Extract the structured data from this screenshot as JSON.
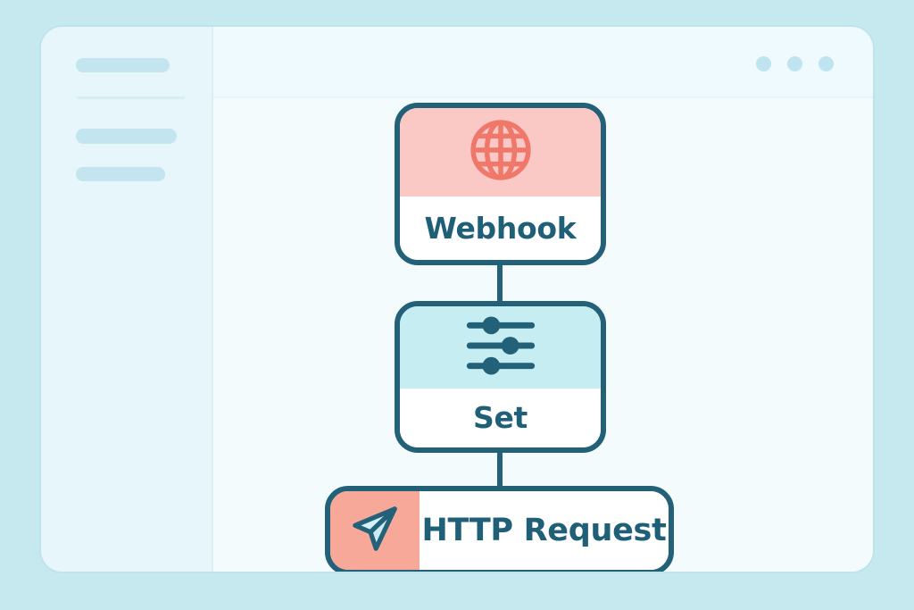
{
  "window": {
    "name": "workflow-editor-window",
    "dots": [
      "window-dot-1",
      "window-dot-2",
      "window-dot-3"
    ]
  },
  "sidebar": {
    "placeholders": [
      {
        "name": "sidebar-placeholder-1"
      },
      {
        "name": "sidebar-placeholder-2"
      },
      {
        "name": "sidebar-placeholder-3"
      }
    ]
  },
  "workflow": {
    "nodes": [
      {
        "id": "webhook",
        "label": "Webhook",
        "icon": "globe-icon",
        "header_color": "#fbc9c5",
        "icon_color": "#f0786b",
        "orientation": "vertical"
      },
      {
        "id": "set",
        "label": "Set",
        "icon": "sliders-icon",
        "header_color": "#c5edf2",
        "icon_color": "#226178",
        "orientation": "vertical"
      },
      {
        "id": "http-request",
        "label": "HTTP Request",
        "icon": "paper-plane-icon",
        "header_color": "#f7a898",
        "icon_color": "#226178",
        "orientation": "horizontal"
      }
    ],
    "connections": [
      {
        "from": "webhook",
        "to": "set"
      },
      {
        "from": "set",
        "to": "http-request"
      }
    ]
  },
  "colors": {
    "page_background": "#c6e9ef",
    "window_background": "#eefafd",
    "canvas_background": "#f3fbfd",
    "sidebar_background": "#e6f6fb",
    "node_border": "#226178",
    "node_label_text": "#1f5f77",
    "skeleton": "#c3e5ef"
  }
}
